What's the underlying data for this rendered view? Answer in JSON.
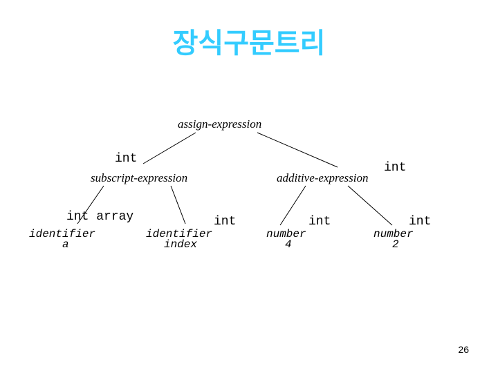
{
  "title": "장식구문트리",
  "nodes": {
    "root": {
      "label": "assign-expression"
    },
    "subscript": {
      "type": "int",
      "label": "subscript-expression"
    },
    "additive": {
      "type": "int",
      "label": "additive-expression"
    },
    "identifier_a": {
      "type": "int array",
      "label": "identifier",
      "value": "a"
    },
    "identifier_index": {
      "type": "int",
      "label": "identifier",
      "value": "index"
    },
    "number_4": {
      "type": "int",
      "label": "number",
      "value": "4"
    },
    "number_2": {
      "type": "int",
      "label": "number",
      "value": "2"
    }
  },
  "page_number": "26"
}
